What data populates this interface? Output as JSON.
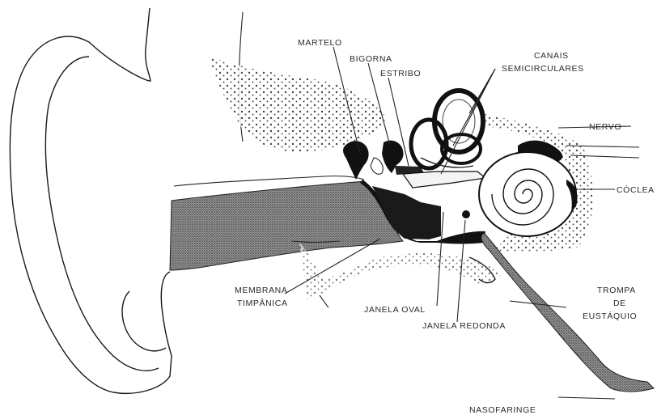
{
  "labels": {
    "martelo": "MARTELO",
    "bigorna": "BIGORNA",
    "estribo": "ESTRIBO",
    "canais_l1": "CANAIS",
    "canais_l2": "SEMICIRCULARES",
    "nervo": "NERVO",
    "coclea": "CÓCLEA",
    "membrana_l1": "MEMBRANA",
    "membrana_l2": "TIMPÂNICA",
    "janela_oval": "JANELA OVAL",
    "trompa_l1": "TROMPA",
    "trompa_l2": "DE",
    "trompa_l3": "EUSTÁQUIO",
    "janela_redonda": "JANELA REDONDA",
    "nasofaringe": "NASOFARINGE"
  }
}
